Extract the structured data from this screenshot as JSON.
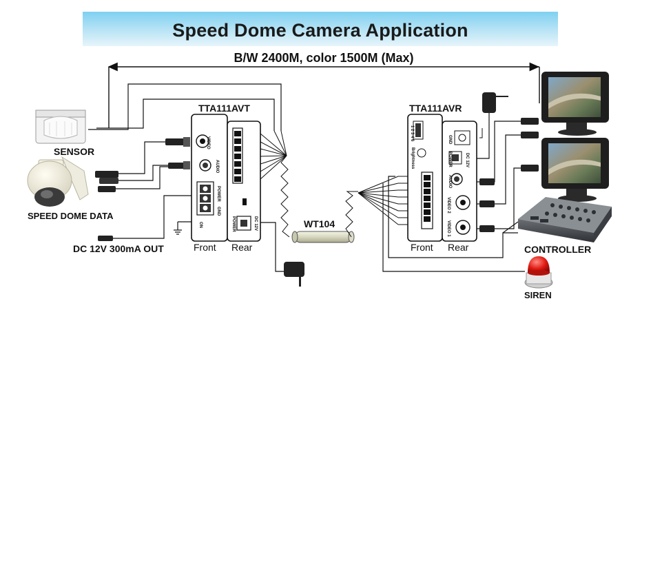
{
  "title": "Speed Dome Camera Application",
  "distance": "B/W 2400M, color 1500M (Max)",
  "labels": {
    "sensor": "SENSOR",
    "speed_dome": "SPEED DOME DATA",
    "dc_out": "DC 12V 300mA OUT",
    "transmitter": "TTA111AVT",
    "receiver": "TTA111AVR",
    "cable": "WT104",
    "controller": "CONTROLLER",
    "siren": "SIREN",
    "tx_front": "Front",
    "tx_rear": "Rear",
    "rx_front": "Front",
    "rx_rear": "Rear"
  },
  "panel_text": {
    "video": "VIDEO",
    "audio": "AUDIO",
    "power": "POWER",
    "gnd": "GND",
    "on": "ON",
    "dc12v": "DC 12V",
    "video1": "VIDEO 1",
    "video2": "VIDEO 2",
    "brightness": "Brightness",
    "dip": "1 2 3 4 6"
  }
}
